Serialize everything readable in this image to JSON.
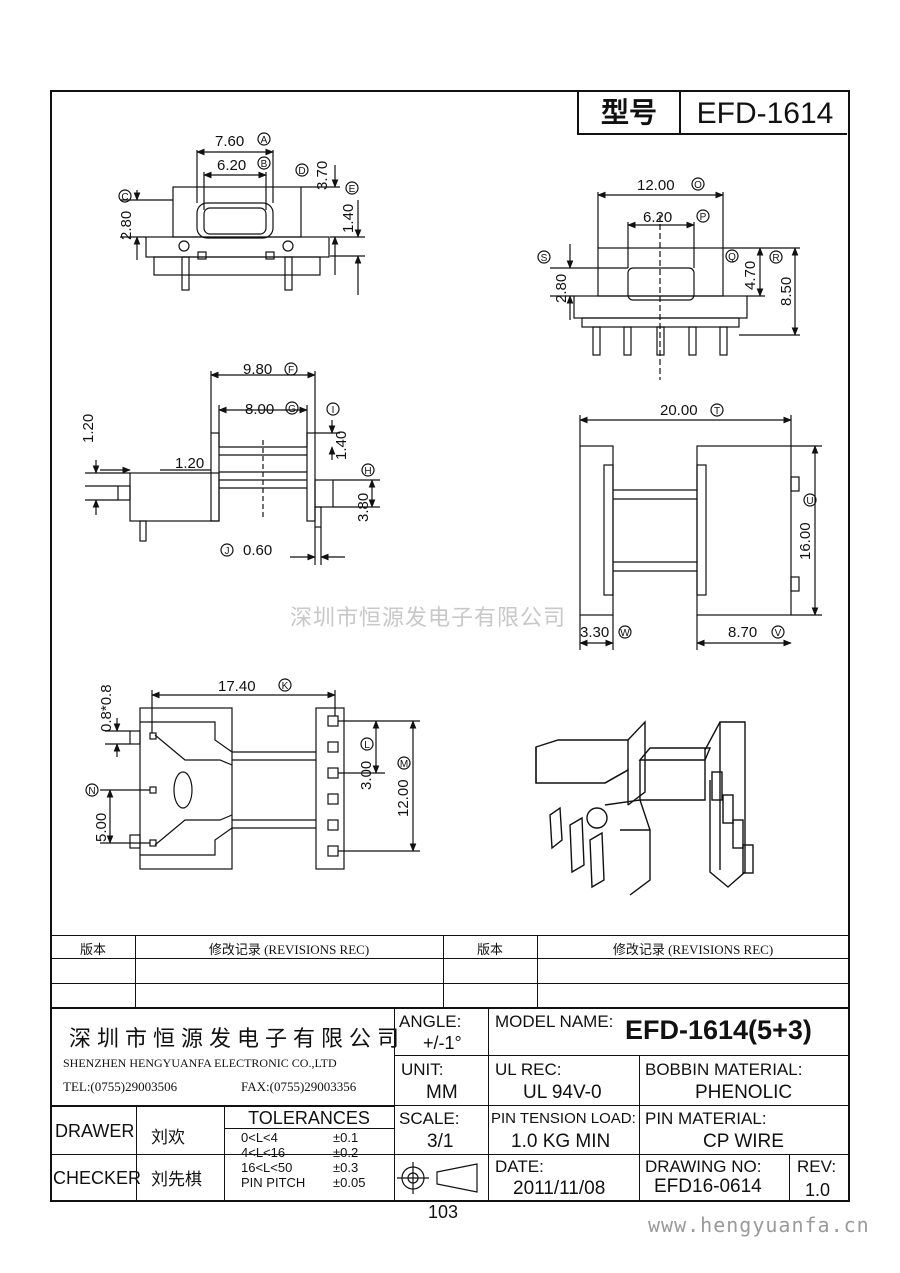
{
  "model_box": {
    "label": "型号",
    "value": "EFD-1614"
  },
  "dims": {
    "top_left": {
      "a": "7.60",
      "b": "6.20",
      "d": "3.70",
      "e": "1.40",
      "c": "2.80"
    },
    "top_right": {
      "o": "12.00",
      "p": "6.20",
      "s": "2.80",
      "q": "4.70",
      "r": "8.50"
    },
    "mid_left": {
      "f": "9.80",
      "g": "8.00",
      "i": "1.40",
      "top": "1.20",
      "side": "1.20",
      "h": "3.80",
      "j": "0.60"
    },
    "mid_right": {
      "t": "20.00",
      "u": "16.00",
      "w": "3.30",
      "v": "8.70"
    },
    "bottom_left": {
      "pin": "0.8*0.8",
      "k": "17.40",
      "n": "5.00",
      "l": "3.00",
      "m": "12.00"
    },
    "markers": {
      "A": "A",
      "B": "B",
      "C": "C",
      "D": "D",
      "E": "E",
      "F": "F",
      "G": "G",
      "H": "H",
      "I": "I",
      "J": "J",
      "K": "K",
      "L": "L",
      "M": "M",
      "N": "N",
      "O": "O",
      "P": "P",
      "Q": "Q",
      "R": "R",
      "S": "S",
      "T": "T",
      "U": "U",
      "V": "V",
      "W": "W"
    }
  },
  "watermark": "深圳市恒源发电子有限公司",
  "revisions": {
    "col1": "版本",
    "col2": "修改记录 (REVISIONS REC)",
    "col3": "版本",
    "col4": "修改记录 (REVISIONS REC)"
  },
  "company": {
    "cn": "深圳市恒源发电子有限公司",
    "en": "SHENZHEN HENGYUANFA ELECTRONIC CO.,LTD",
    "tel": "TEL:(0755)29003506",
    "fax": "FAX:(0755)29003356"
  },
  "title_block": {
    "angle_label": "ANGLE:",
    "angle_value": "+/-1°",
    "model_label": "MODEL NAME:",
    "model_value": "EFD-1614(5+3)",
    "unit_label": "UNIT:",
    "unit_value": "MM",
    "ul_label": "UL REC:",
    "ul_value": "UL 94V-0",
    "bobbin_label": "BOBBIN MATERIAL:",
    "bobbin_value": "PHENOLIC",
    "scale_label": "SCALE:",
    "scale_value": "3/1",
    "tension_label": "PIN TENSION LOAD:",
    "tension_value": "1.0 KG MIN",
    "pinmat_label": "PIN MATERIAL:",
    "pinmat_value": "CP WIRE",
    "date_label": "DATE:",
    "date_value": "2011/11/08",
    "drawno_label": "DRAWING NO:",
    "drawno_value": "EFD16-0614",
    "rev_label": "REV:",
    "rev_value": "1.0",
    "drawer_label": "DRAWER",
    "drawer_value": "刘欢",
    "checker_label": "CHECKER",
    "checker_value": "刘先棋",
    "tol_title": "TOLERANCES",
    "tolerances": [
      [
        "0<L<4",
        "±0.1"
      ],
      [
        "4<L<16",
        "±0.2"
      ],
      [
        "16<L<50",
        "±0.3"
      ],
      [
        "PIN PITCH",
        "±0.05"
      ]
    ]
  },
  "page_number": "103",
  "website": "www.hengyuanfa.cn"
}
